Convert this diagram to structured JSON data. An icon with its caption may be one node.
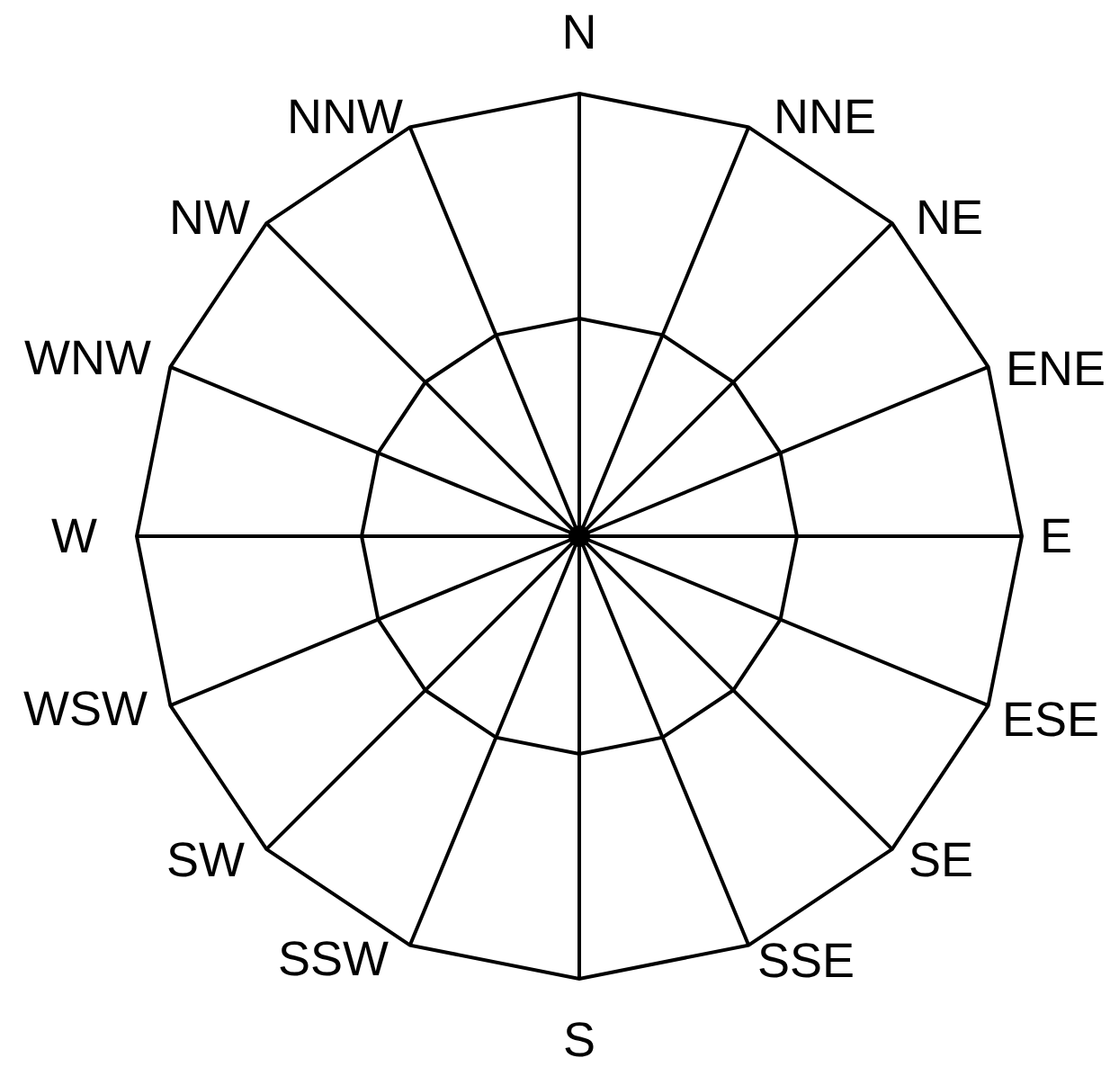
{
  "diagram": {
    "labels": [
      "N",
      "NNE",
      "NE",
      "ENE",
      "E",
      "ESE",
      "SE",
      "SSE",
      "S",
      "SSW",
      "SW",
      "WSW",
      "W",
      "WNW",
      "NW",
      "NNW"
    ]
  }
}
